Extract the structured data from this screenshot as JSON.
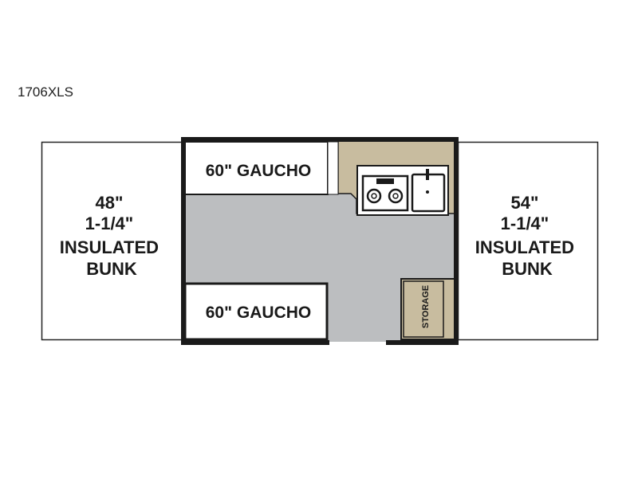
{
  "model": "1706XLS",
  "left_bunk": {
    "lines": [
      "48\"",
      "1-1/4\"",
      "INSULATED",
      "BUNK"
    ]
  },
  "right_bunk": {
    "lines": [
      "54\"",
      "1-1/4\"",
      "INSULATED",
      "BUNK"
    ]
  },
  "top_gaucho": "60\" GAUCHO",
  "bottom_gaucho": "60\" GAUCHO",
  "storage": "STORAGE",
  "colors": {
    "floor": "#bcbec0",
    "cabinet": "#c8bc9f",
    "wall": "#1a1a1a"
  }
}
